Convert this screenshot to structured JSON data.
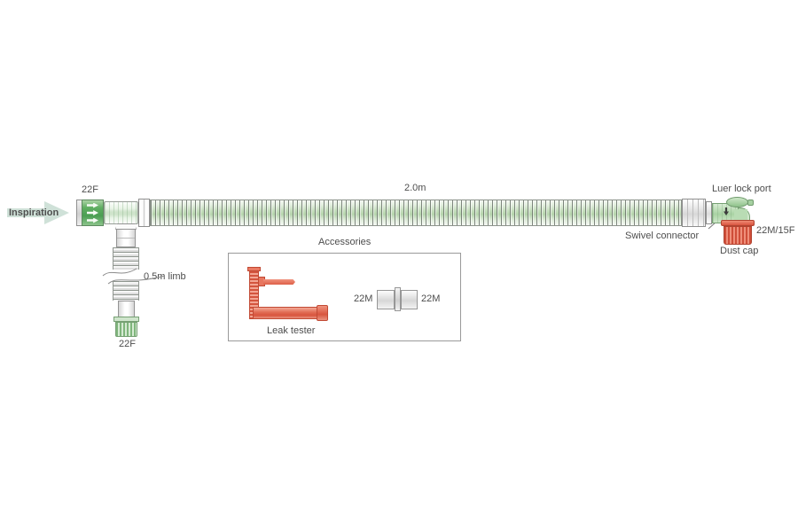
{
  "labels": {
    "inspiration": "Inspiration",
    "inlet_size": "22F",
    "tube_length": "2.0m",
    "luer_lock_port": "Luer lock port",
    "swivel_connector": "Swivel connector",
    "patient_size": "22M/15F",
    "dust_cap": "Dust cap",
    "limb_length": "0.5m limb",
    "limb_size": "22F"
  },
  "accessories": {
    "title": "Accessories",
    "leak_tester": "Leak tester",
    "adapter_left": "22M",
    "adapter_right": "22M"
  },
  "colors": {
    "inspiration_arrow_green": "#cfe1d8",
    "tube_green": "#dcebd8",
    "tube_band_green": "#b5d4ac",
    "cuff_green": "#57ab5e",
    "elbow_green": "#b9dcb4",
    "dust_cap_red": "#dd5742",
    "leak_tester_orange": "#e4705a",
    "connector_grey": "#dedede",
    "label_text": "#4d4d4d"
  }
}
